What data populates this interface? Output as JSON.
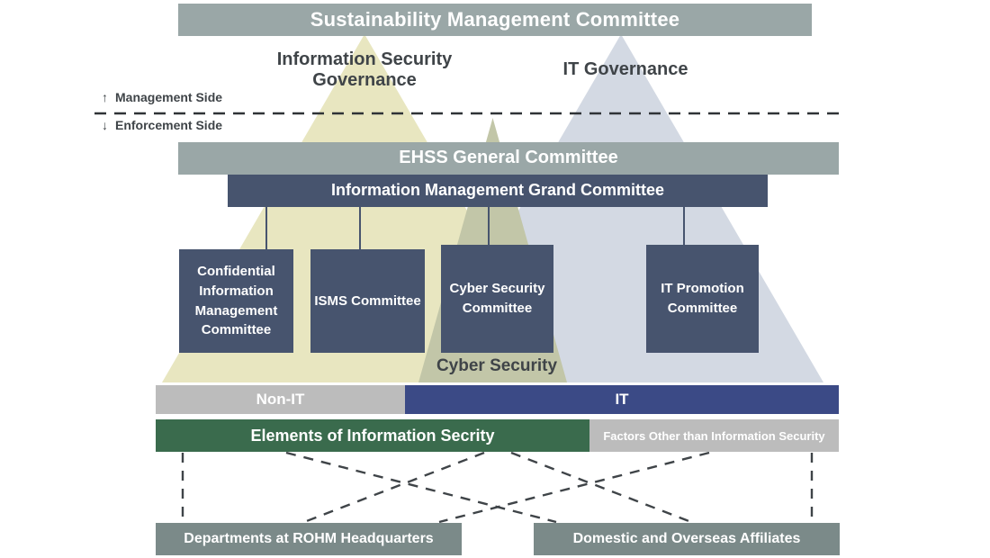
{
  "diagram": {
    "title_bar": {
      "label": "Sustainability Management Committee"
    },
    "triangles": [
      {
        "name": "information-security-governance",
        "label": "Information Security Governance",
        "color": "#e8e6c0"
      },
      {
        "name": "it-governance",
        "label": "IT Governance",
        "color": "#d3d9e3"
      }
    ],
    "overlap_label": "Cyber Security",
    "divider": {
      "above_label": "Management Side",
      "above_arrow": "↑",
      "below_label": "Enforcement Side",
      "below_arrow": "↓"
    },
    "mid_bars": [
      {
        "name": "ehss-general-committee",
        "label": "EHSS General Committee",
        "color": "#9aa7a7"
      },
      {
        "name": "information-management-grand-committee",
        "label": "Information Management Grand Committee",
        "color": "#47546e"
      }
    ],
    "committees": [
      {
        "name": "confidential-information-management-committee",
        "label": "Confidential Information Management Committee"
      },
      {
        "name": "isms-committee",
        "label": "ISMS Committee"
      },
      {
        "name": "cyber-security-committee",
        "label": "Cyber Security Committee"
      },
      {
        "name": "it-promotion-committee",
        "label": "IT Promotion Committee"
      }
    ],
    "scope_bar": [
      {
        "name": "non-it",
        "label": "Non-IT",
        "color": "#bcbcbc"
      },
      {
        "name": "it",
        "label": "IT",
        "color": "#3b4a86"
      }
    ],
    "elements_bar": [
      {
        "name": "elements-of-information-security",
        "label": "Elements of Information Secrity",
        "color": "#3a6b4d"
      },
      {
        "name": "factors-other-than-information-security",
        "label": "Factors Other than Information Security",
        "color": "#bcbcbc"
      }
    ],
    "bottom_boxes": [
      {
        "name": "departments-at-rohm-headquarters",
        "label": "Departments at ROHM Headquarters"
      },
      {
        "name": "domestic-and-overseas-affiliates",
        "label": "Domestic and Overseas Affiliates"
      }
    ],
    "colors": {
      "gray_green": "#9aa7a7",
      "navy": "#47546e",
      "yellow_triangle": "#e8e6c0",
      "blue_triangle": "#d3d9e3",
      "overlap": "#c2c6a8",
      "green": "#3a6b4d",
      "it_blue": "#3b4a86",
      "light_gray": "#bcbcbc",
      "bottom_gray": "#7b8a89",
      "dark_text": "#3f4448"
    }
  }
}
